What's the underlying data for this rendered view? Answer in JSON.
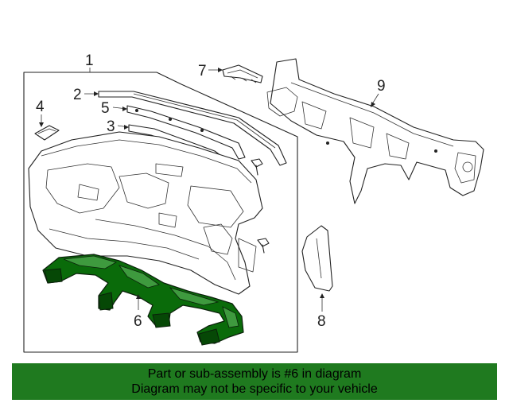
{
  "diagram": {
    "callouts": {
      "c1": "1",
      "c2": "2",
      "c3": "3",
      "c4": "4",
      "c5": "5",
      "c6": "6",
      "c7": "7",
      "c8": "8",
      "c9": "9"
    },
    "highlight_color": "#0a6b0a"
  },
  "banner": {
    "line1": "Part or sub-assembly is #6 in diagram",
    "line2": "Diagram may not be specific to your vehicle",
    "background": "#1f7a1f"
  }
}
